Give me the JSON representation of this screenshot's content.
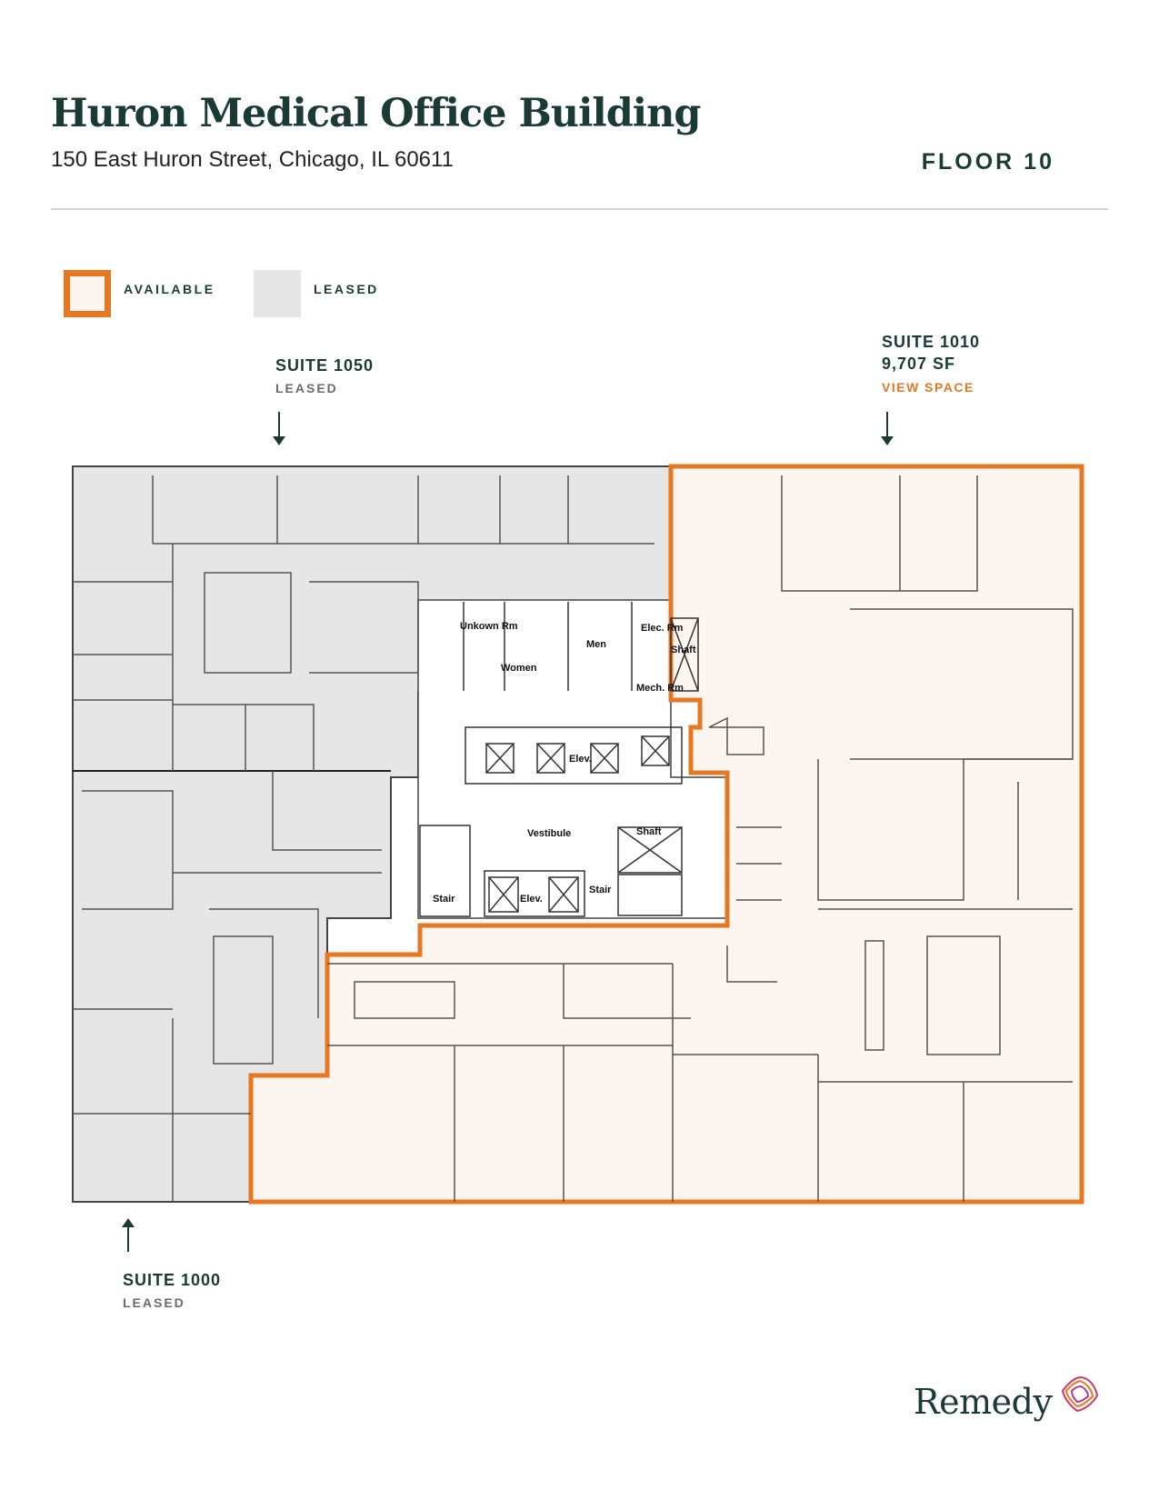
{
  "header": {
    "title": "Huron Medical Office Building",
    "address": "150 East Huron Street, Chicago, IL 60611",
    "floor": "FLOOR 10"
  },
  "legend": {
    "available_label": "AVAILABLE",
    "leased_label": "LEASED"
  },
  "suites": {
    "s1050": {
      "name": "SUITE 1050",
      "status": "LEASED"
    },
    "s1010": {
      "name": "SUITE 1010",
      "area": "9,707 SF",
      "link": "VIEW SPACE"
    },
    "s1000": {
      "name": "SUITE 1000",
      "status": "LEASED"
    }
  },
  "plan_labels": {
    "unknown_rm": "Unkown Rm",
    "men": "Men",
    "women": "Women",
    "elec_rm": "Elec. Rm",
    "shaft": "Shaft",
    "mech_rm": "Mech. Rm",
    "elev": "Elev.",
    "vestibule": "Vestibule",
    "stair": "Stair"
  },
  "colors": {
    "available": "#e87722",
    "available_fill": "#fdf5ef",
    "leased_fill": "#e6e6e7",
    "text": "#1b3a36"
  },
  "brand": {
    "logo_text": "Remedy",
    "logo_icon": "remedy-logo-mark-icon"
  }
}
